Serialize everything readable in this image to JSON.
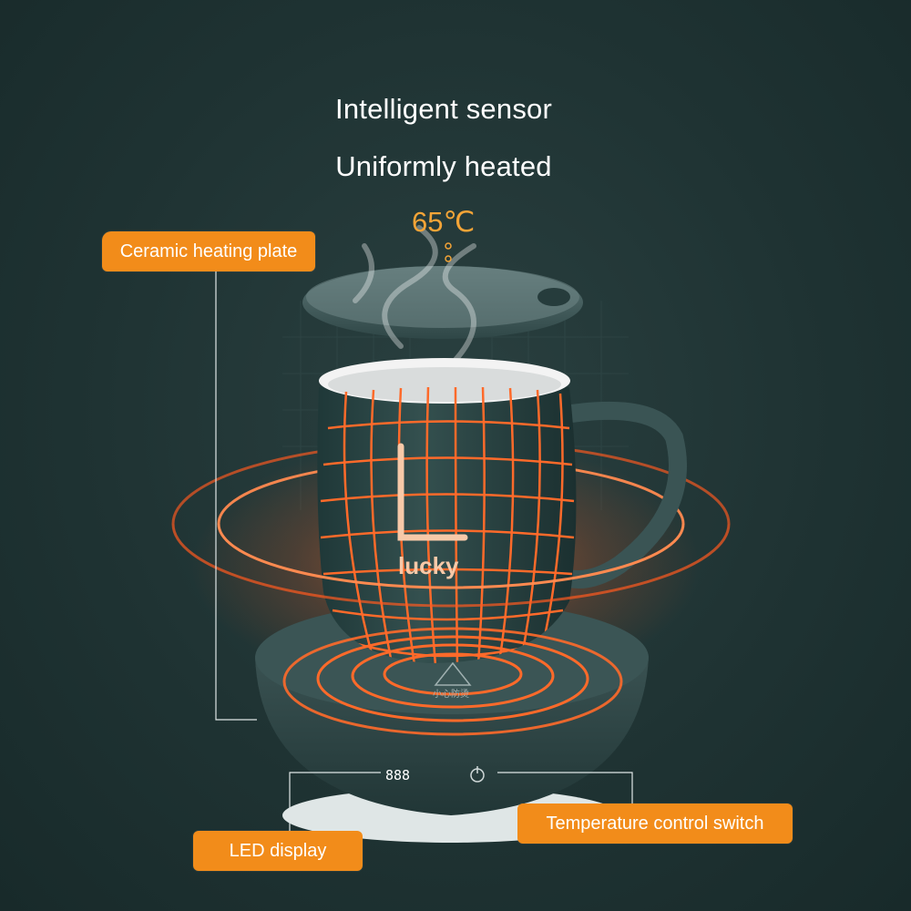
{
  "headline": {
    "line1": "Intelligent sensor",
    "line2": "Uniformly heated",
    "temperature": "65℃"
  },
  "callouts": {
    "ceramic_plate": "Ceramic heating plate",
    "temperature_switch": "Temperature control switch",
    "led_display": "LED display"
  },
  "product": {
    "mug_letter": "L",
    "mug_brand": "lucky",
    "led_readout": "888",
    "plate_text": "小心防烫"
  },
  "colors": {
    "background": "#1f3232",
    "accent_orange": "#f28c1a",
    "temperature_text": "#f4a437",
    "glow": "#ff6a2a",
    "mug_body": "#2b4444"
  },
  "icons": {
    "power": "power-icon",
    "hot_warning": "hot-warning-icon"
  }
}
